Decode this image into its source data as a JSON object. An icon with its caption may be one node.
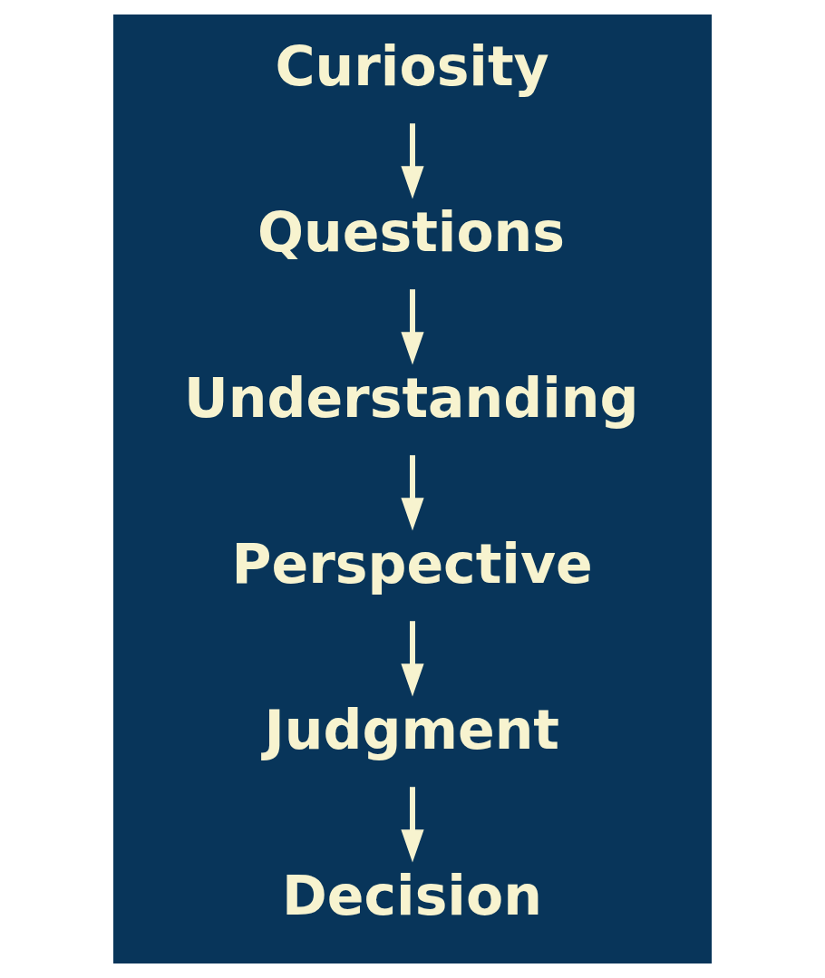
{
  "diagram": {
    "nodes": [
      {
        "text": [
          "Curiosity"
        ]
      },
      {
        "text": [
          "Questions"
        ]
      },
      {
        "text": [
          "Understanding"
        ]
      },
      {
        "text": [
          "Perspective"
        ]
      },
      {
        "text": [
          "Judgment"
        ]
      },
      {
        "text": [
          "Decision"
        ]
      }
    ],
    "edges": [
      {
        "from": 0,
        "to": 1,
        "arrow": "to"
      },
      {
        "from": 1,
        "to": 2,
        "arrow": "to"
      },
      {
        "from": 2,
        "to": 3,
        "arrow": "to"
      },
      {
        "from": 3,
        "to": 4,
        "arrow": "to"
      },
      {
        "from": 4,
        "to": 5,
        "arrow": "to"
      }
    ]
  }
}
